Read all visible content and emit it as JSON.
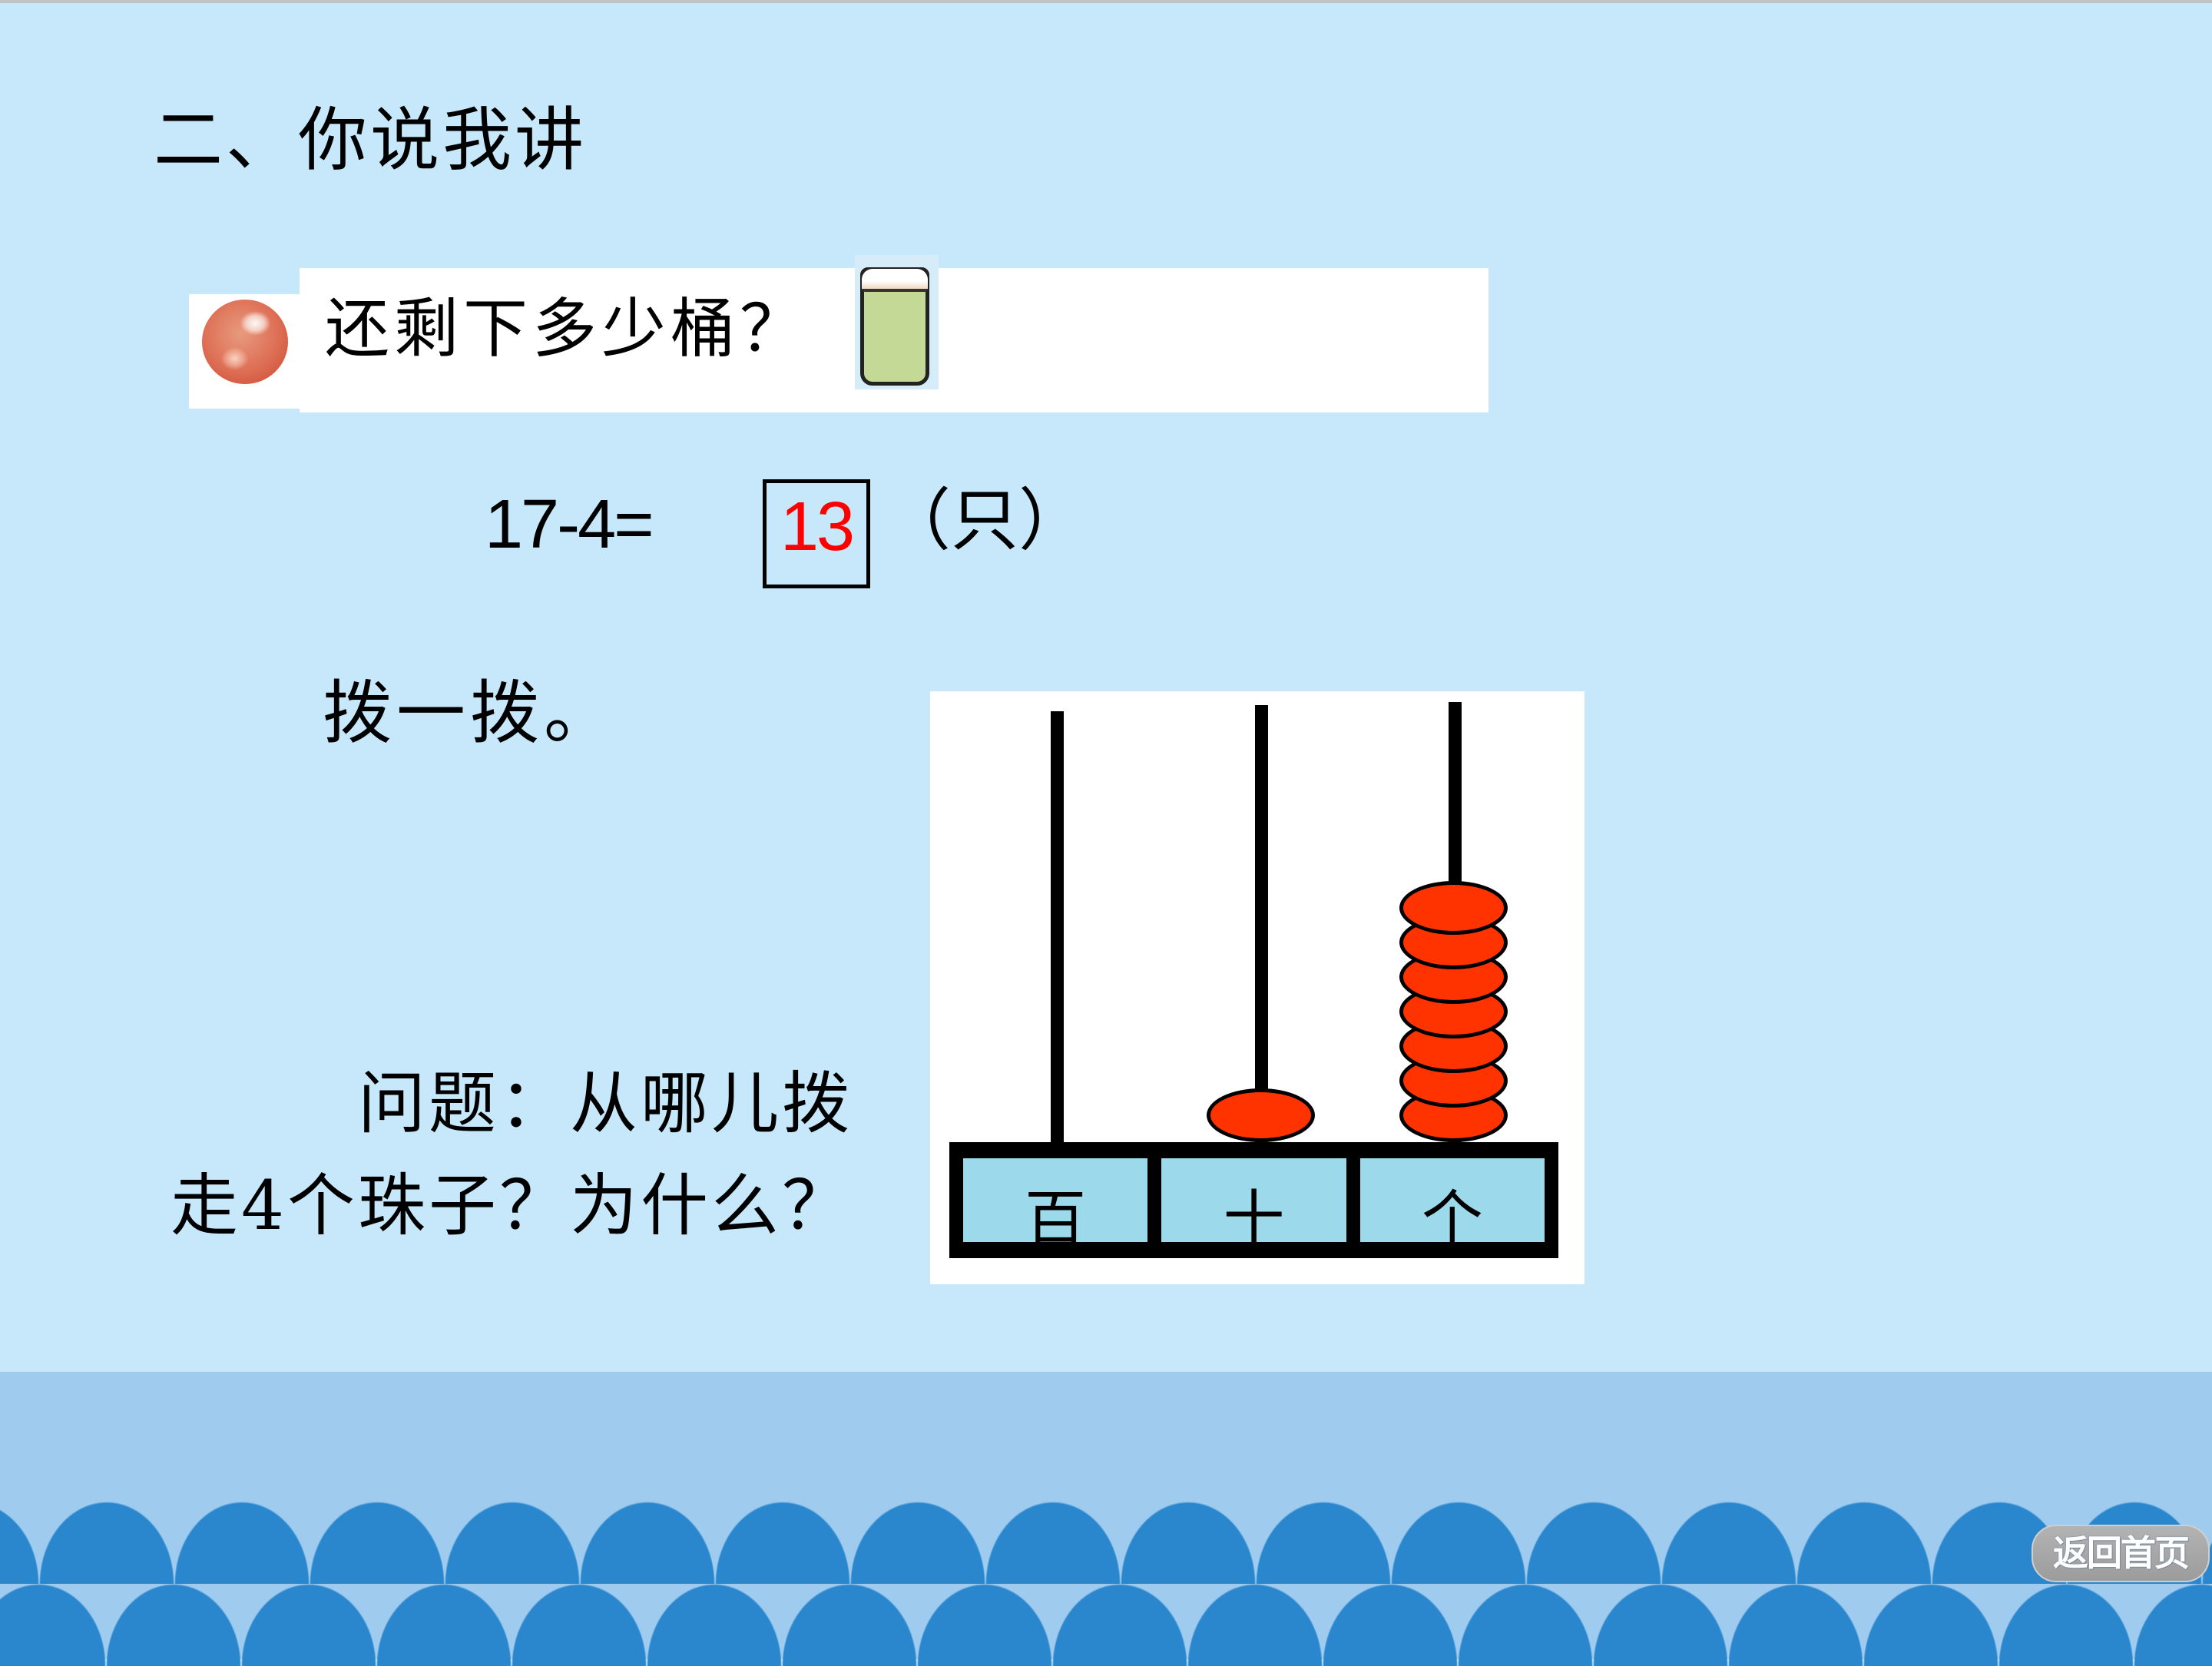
{
  "slide": {
    "title": "二、你说我讲",
    "question_card": {
      "bullet_icon": "red-bead-icon",
      "text": "还剩下多少桶？",
      "image_icon": "bucket-icon"
    },
    "equation": {
      "expression": "17-4=",
      "answer": "13",
      "unit": "（只）"
    },
    "instruction": "拨一拨。",
    "prompt": {
      "line1": "问题：从哪儿拨",
      "line2": "走4个珠子？为什么？"
    },
    "abacus": {
      "columns": [
        {
          "label": "百",
          "beads": 0
        },
        {
          "label": "十",
          "beads": 1
        },
        {
          "label": "个",
          "beads": 7
        }
      ]
    }
  },
  "nav": {
    "home_button": "返回首页"
  },
  "colors": {
    "background": "#c6e8fa",
    "band": "#9fcbef",
    "scallop": "#2a87cd",
    "answer": "#ff0000",
    "bead": "#ff3300",
    "abacus_cell": "#9cd9ea",
    "bucket_fill": "#c5d996"
  }
}
